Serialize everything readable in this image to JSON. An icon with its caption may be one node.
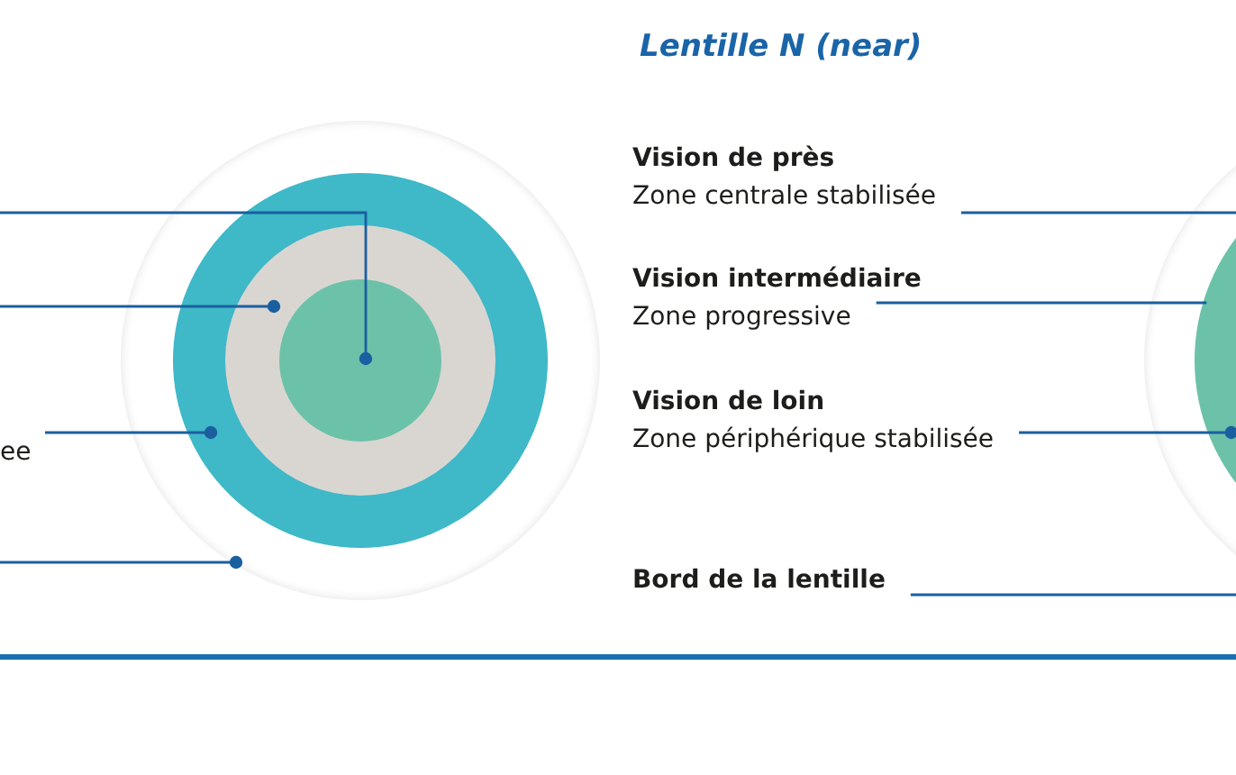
{
  "diagram": {
    "title": "Lentille N (near)",
    "nodes": [
      {
        "text": [],
        "shape": "circle"
      },
      {
        "text": [],
        "shape": "circle",
        "in": 0
      },
      {
        "text": [],
        "shape": "circle",
        "in": 1
      },
      {
        "text": [],
        "shape": "circle",
        "in": 2
      },
      {
        "text": [
          "Vision de près",
          "Zone centrale stabilisée"
        ]
      },
      {
        "text": [
          "Vision intermédiaire",
          "Zone progressive"
        ]
      },
      {
        "text": [
          "Vision de loin",
          "Zone périphérique stabilisée"
        ]
      },
      {
        "text": [
          "Bord de la lentille"
        ]
      },
      {
        "text": [],
        "shape": "circle"
      },
      {
        "text": [],
        "shape": "circle",
        "in": 8
      }
    ],
    "edges": [
      {
        "from": null,
        "to": 3,
        "arrow": "other"
      },
      {
        "from": null,
        "to": 2,
        "arrow": "other"
      },
      {
        "from": null,
        "to": 1,
        "arrow": "other"
      },
      {
        "from": null,
        "to": 0,
        "arrow": "other"
      },
      {
        "from": 4,
        "to": 9,
        "arrow": "none"
      },
      {
        "from": 5,
        "to": 9,
        "arrow": "none"
      },
      {
        "from": 6,
        "to": 9,
        "arrow": "other"
      },
      {
        "from": 7,
        "to": 8,
        "arrow": "none"
      }
    ],
    "labels": [
      "ee"
    ]
  }
}
